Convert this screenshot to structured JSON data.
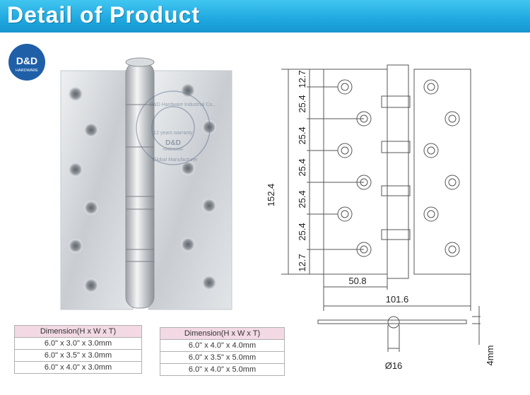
{
  "header": {
    "title": "Detail of Product"
  },
  "logo": {
    "name": "D&D",
    "sub": "HARDWARE"
  },
  "watermark": {
    "arc_text": "D&D Hardware Industrial Co.,",
    "warranty": "12 years warranty",
    "name": "D&D",
    "sub": "HARDWARE",
    "bottom_text": "Global Manufacturer"
  },
  "tables": [
    {
      "header": "Dimension(H x W x T)",
      "rows": [
        "6.0\" x 3.0\" x 3.0mm",
        "6.0\" x 3.5\" x 3.0mm",
        "6.0\" x 4.0\" x 3.0mm"
      ]
    },
    {
      "header": "Dimension(H x W x T)",
      "rows": [
        "6.0\" x 4.0\" x 4.0mm",
        "6.0\" x 3.5\" x 5.0mm",
        "6.0\" x 4.0\" x 5.0mm"
      ]
    }
  ],
  "dimensions": {
    "height_total": "152.4",
    "top_edge": "12.7",
    "spacings": [
      "25.4",
      "25.4",
      "25.4",
      "25.4",
      "25.4"
    ],
    "bottom_edge": "12.7",
    "half_width": "50.8",
    "full_width": "101.6",
    "knuckle_diameter": "Ø16",
    "thickness": "4mm"
  },
  "colors": {
    "header": "#1fa8e0",
    "logo": "#1f5fa8",
    "table_header": "#f2d9e4"
  }
}
